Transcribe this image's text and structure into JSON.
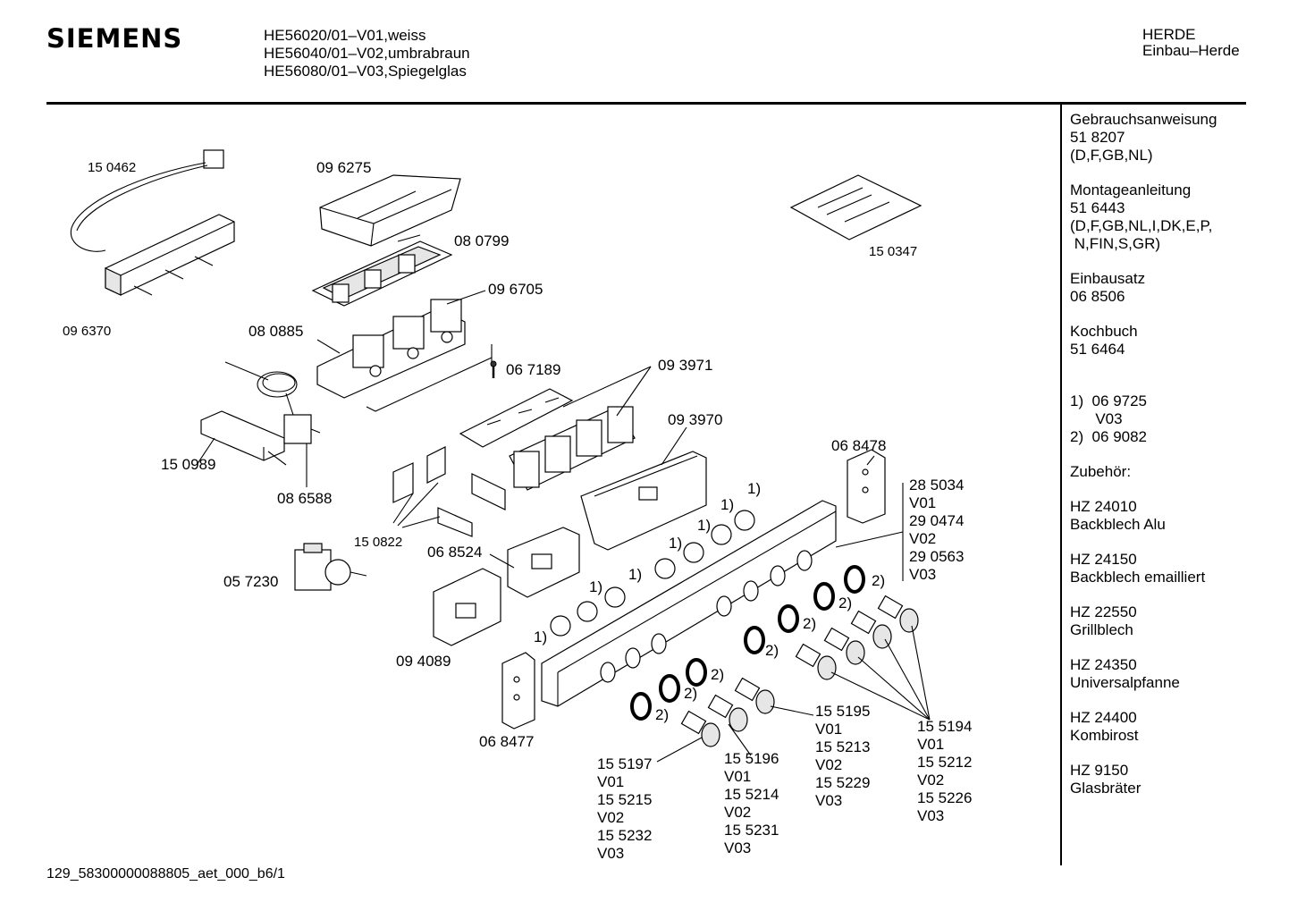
{
  "header": {
    "brand": "SIEMENS",
    "models": [
      "HE56020/01–V01,weiss",
      "HE56040/01–V02,umbrabraun",
      "HE56080/01–V03,Spiegelglas"
    ],
    "category": "HERDE",
    "subcategory": "Einbau–Herde"
  },
  "sidebar": {
    "blocks": [
      [
        "Gebrauchsanweisung",
        "51 8207",
        "(D,F,GB,NL)"
      ],
      [
        "Montageanleitung",
        "51 6443",
        "(D,F,GB,NL,I,DK,E,P,",
        " N,FIN,S,GR)"
      ],
      [
        "Einbausatz",
        "06 8506"
      ],
      [
        "Kochbuch",
        "51 6464"
      ],
      [
        "1)  06 9725",
        "      V03",
        "2)  06 9082"
      ],
      [
        "Zubehör:"
      ],
      [
        "HZ 24010",
        "Backblech Alu"
      ],
      [
        "HZ 24150",
        "Backblech emailliert"
      ],
      [
        "HZ 22550",
        "Grillblech"
      ],
      [
        "HZ 24350",
        "Universalpfanne"
      ],
      [
        "HZ 24400",
        "Kombirost"
      ],
      [
        "HZ 9150",
        "Glasbräter"
      ]
    ]
  },
  "labels": {
    "p150462": "15 0462",
    "p096275": "09 6275",
    "p080799": "08 0799",
    "p096705": "09 6705",
    "p096370": "09 6370",
    "p080885": "08 0885",
    "p067189": "06 7189",
    "p093971": "09 3971",
    "p150347": "15 0347",
    "p093970": "09 3970",
    "p150989": "15 0989",
    "p086588": "08 6588",
    "p068478": "06 8478",
    "p150822": "15 0822",
    "p068524": "06 8524",
    "p057230": "05 7230",
    "p094089": "09 4089",
    "p068477": "06 8477",
    "fn1": "1)",
    "fn2": "2)",
    "panel_variants": [
      "28 5034",
      "V01",
      "29 0474",
      "V02",
      "29 0563",
      "V03"
    ],
    "knob1_variants": [
      "15 5197",
      "V01",
      "15 5215",
      "V02",
      "15 5232",
      "V03"
    ],
    "knob2_variants": [
      "15 5196",
      "V01",
      "15 5214",
      "V02",
      "15 5231",
      "V03"
    ],
    "knob3_variants": [
      "15 5195",
      "V01",
      "15 5213",
      "V02",
      "15 5229",
      "V03"
    ],
    "knob4_variants": [
      "15 5194",
      "V01",
      "15 5212",
      "V02",
      "15 5226",
      "V03"
    ]
  },
  "footer": {
    "doc_id": "129_58300000088805_aet_000_b6/1"
  }
}
